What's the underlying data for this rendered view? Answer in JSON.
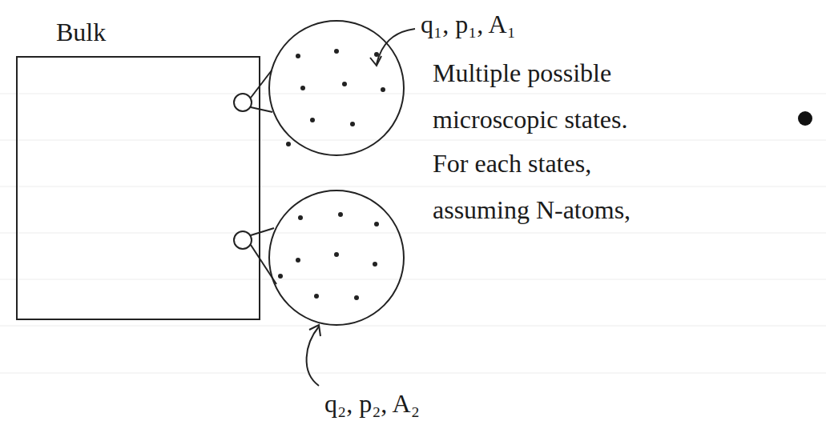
{
  "diagram": {
    "nodes": [
      {
        "text": [
          "Bulk"
        ]
      }
    ],
    "labels": [
      "q₁, p₁, A₁",
      "q₂, p₂, A₂",
      "Multiple possible microscopic states.",
      "For each states, assuming N-atoms,"
    ]
  }
}
